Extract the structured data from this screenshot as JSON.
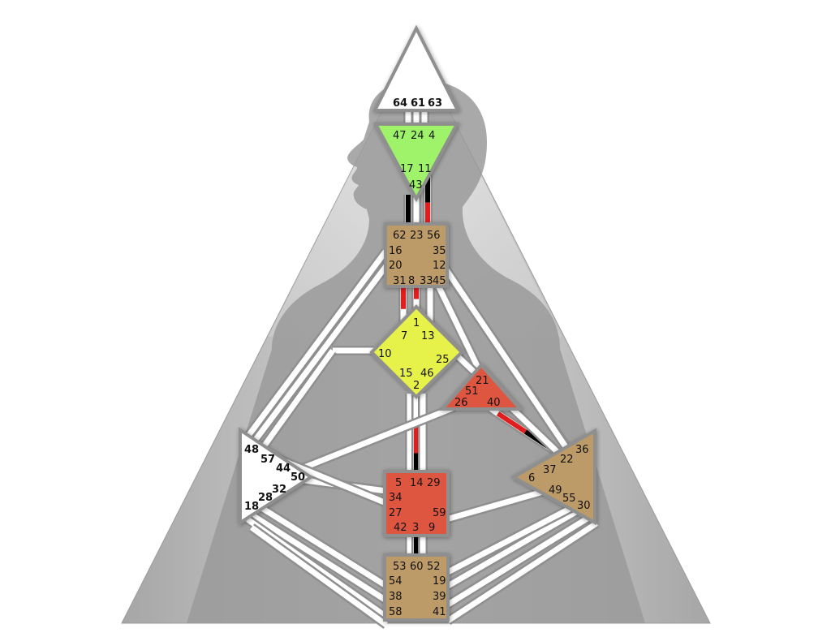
{
  "colors": {
    "background_triangle": "#b3b3b3",
    "silhouette": "#9c9c9c",
    "head_center": "#ffffff",
    "ajna_center": "#9ef36a",
    "throat_center": "#bd9b68",
    "g_center": "#e6f24a",
    "heart_center": "#df5740",
    "sacral_center": "#df5740",
    "spleen_center": "#ffffff",
    "solar_plexus_center": "#bd9b68",
    "root_center": "#bd9b68",
    "channel_outline": "#8f8f8f",
    "activation_red": "#e01e1e",
    "activation_black": "#000000"
  },
  "centers": {
    "head": {
      "gates": [
        "64",
        "61",
        "63"
      ]
    },
    "ajna": {
      "gates": [
        "47",
        "24",
        "4",
        "17",
        "11",
        "43"
      ]
    },
    "throat": {
      "gates": [
        "62",
        "23",
        "56",
        "16",
        "35",
        "20",
        "12",
        "31",
        "8",
        "33",
        "45"
      ]
    },
    "g": {
      "gates": [
        "1",
        "7",
        "13",
        "10",
        "25",
        "15",
        "46",
        "2"
      ]
    },
    "heart": {
      "gates": [
        "21",
        "51",
        "26",
        "40"
      ]
    },
    "spleen": {
      "gates": [
        "48",
        "57",
        "44",
        "50",
        "32",
        "28",
        "18"
      ]
    },
    "sacral": {
      "gates": [
        "5",
        "14",
        "29",
        "34",
        "27",
        "59",
        "42",
        "3",
        "9"
      ]
    },
    "solar_plexus": {
      "gates": [
        "36",
        "22",
        "37",
        "6",
        "49",
        "55",
        "30"
      ]
    },
    "root": {
      "gates": [
        "53",
        "60",
        "52",
        "54",
        "19",
        "38",
        "39",
        "58",
        "41"
      ]
    }
  }
}
